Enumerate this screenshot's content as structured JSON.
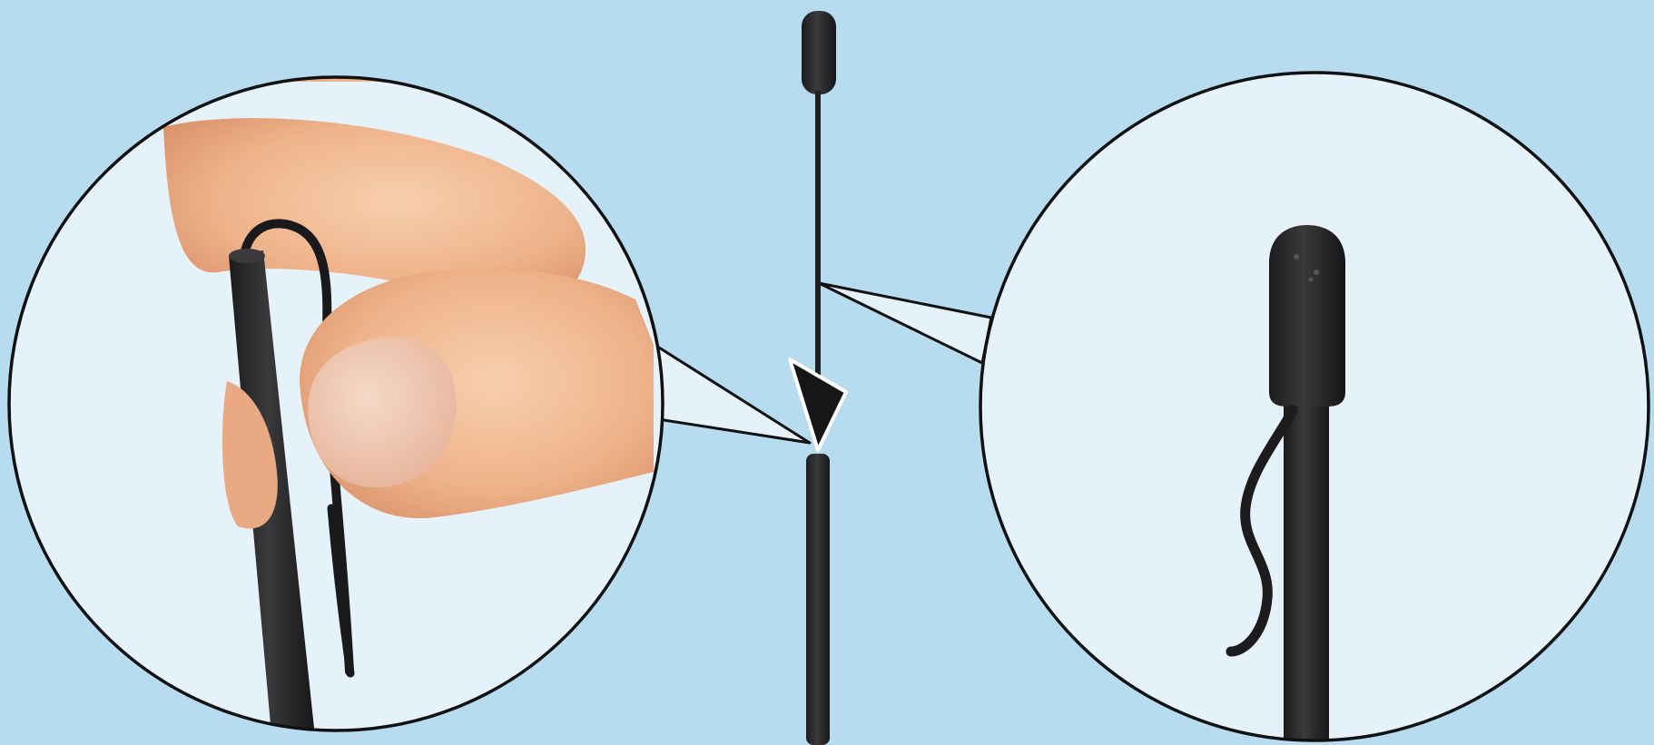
{
  "figure": {
    "background_color": "#b7dcef",
    "callout_fill": "#e6f2fa",
    "outline_color": "#111111",
    "rod_color": "#2b2b2d",
    "skin_color": "#f0b890",
    "components": [
      "antenna-rod",
      "antenna-tip-cap",
      "down-arrow",
      "left-detail-callout",
      "right-detail-callout"
    ]
  }
}
